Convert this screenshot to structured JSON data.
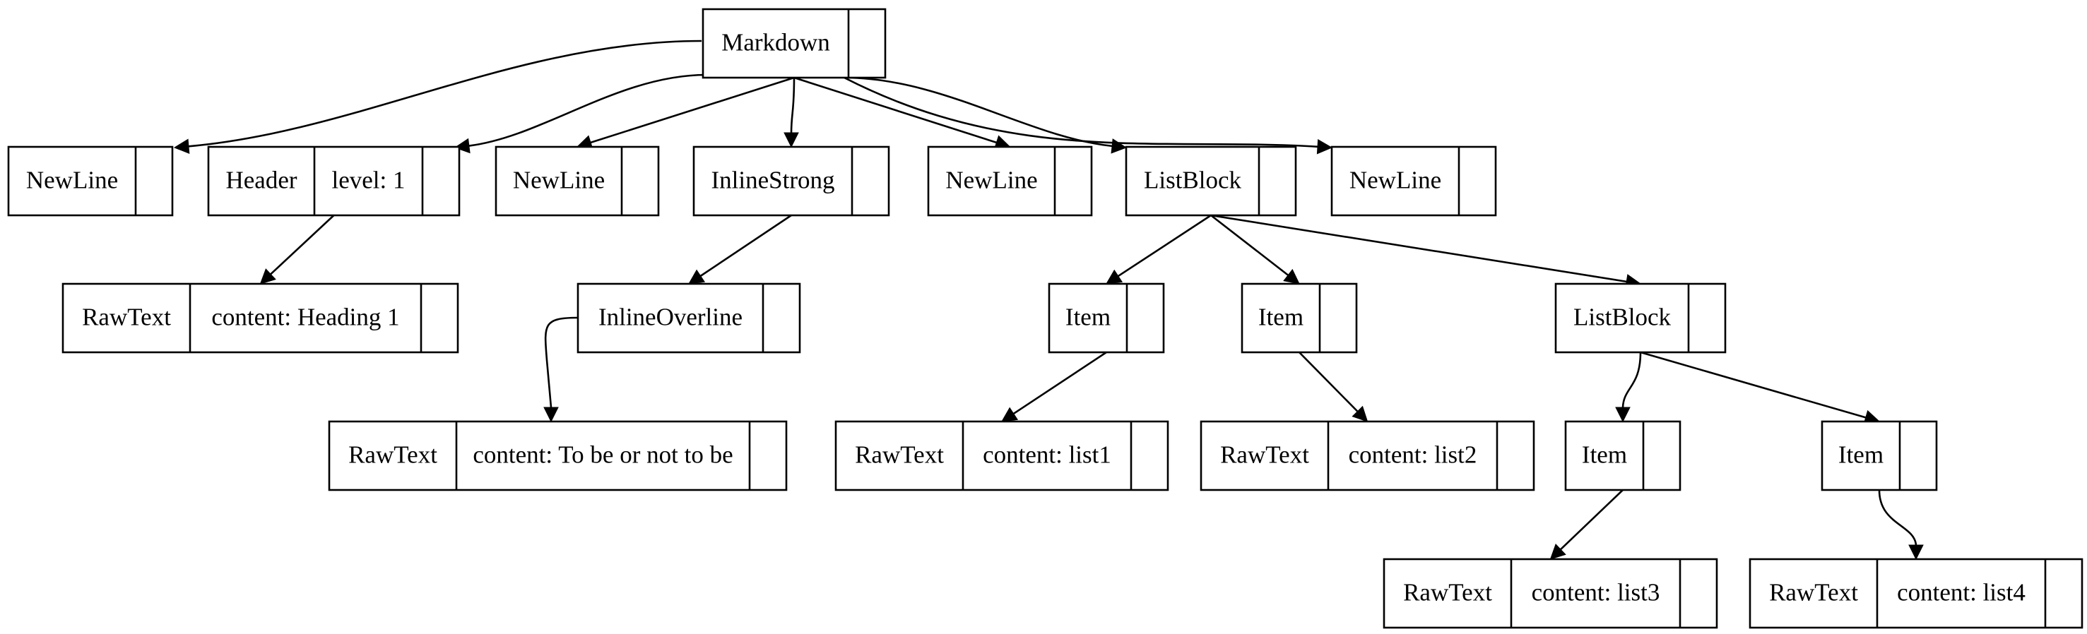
{
  "diagram": {
    "nodes": [
      {
        "id": "markdown",
        "fields": [
          "Markdown"
        ]
      },
      {
        "id": "newline1",
        "fields": [
          "NewLine"
        ]
      },
      {
        "id": "header",
        "fields": [
          "Header",
          "level: 1"
        ]
      },
      {
        "id": "newline2",
        "fields": [
          "NewLine"
        ]
      },
      {
        "id": "inlinestrong",
        "fields": [
          "InlineStrong"
        ]
      },
      {
        "id": "newline3",
        "fields": [
          "NewLine"
        ]
      },
      {
        "id": "listblock1",
        "fields": [
          "ListBlock"
        ]
      },
      {
        "id": "newline4",
        "fields": [
          "NewLine"
        ]
      },
      {
        "id": "rawtext-heading",
        "fields": [
          "RawText",
          "content: Heading 1"
        ]
      },
      {
        "id": "inlineoverline",
        "fields": [
          "InlineOverline"
        ]
      },
      {
        "id": "item1",
        "fields": [
          "Item"
        ]
      },
      {
        "id": "item2",
        "fields": [
          "Item"
        ]
      },
      {
        "id": "listblock2",
        "fields": [
          "ListBlock"
        ]
      },
      {
        "id": "rawtext-tobe",
        "fields": [
          "RawText",
          "content: To be or not to be"
        ]
      },
      {
        "id": "rawtext-list1",
        "fields": [
          "RawText",
          "content: list1"
        ]
      },
      {
        "id": "rawtext-list2",
        "fields": [
          "RawText",
          "content: list2"
        ]
      },
      {
        "id": "item3",
        "fields": [
          "Item"
        ]
      },
      {
        "id": "item4",
        "fields": [
          "Item"
        ]
      },
      {
        "id": "rawtext-list3",
        "fields": [
          "RawText",
          "content: list3"
        ]
      },
      {
        "id": "rawtext-list4",
        "fields": [
          "RawText",
          "content: list4"
        ]
      }
    ],
    "edges": [
      {
        "from": "markdown",
        "to": "newline1"
      },
      {
        "from": "markdown",
        "to": "header"
      },
      {
        "from": "markdown",
        "to": "newline2"
      },
      {
        "from": "markdown",
        "to": "inlinestrong"
      },
      {
        "from": "markdown",
        "to": "newline3"
      },
      {
        "from": "markdown",
        "to": "listblock1"
      },
      {
        "from": "markdown",
        "to": "newline4"
      },
      {
        "from": "header",
        "to": "rawtext-heading"
      },
      {
        "from": "inlinestrong",
        "to": "inlineoverline"
      },
      {
        "from": "inlineoverline",
        "to": "rawtext-tobe"
      },
      {
        "from": "listblock1",
        "to": "item1"
      },
      {
        "from": "listblock1",
        "to": "item2"
      },
      {
        "from": "listblock1",
        "to": "listblock2"
      },
      {
        "from": "item1",
        "to": "rawtext-list1"
      },
      {
        "from": "item2",
        "to": "rawtext-list2"
      },
      {
        "from": "listblock2",
        "to": "item3"
      },
      {
        "from": "listblock2",
        "to": "item4"
      },
      {
        "from": "item3",
        "to": "rawtext-list3"
      },
      {
        "from": "item4",
        "to": "rawtext-list4"
      }
    ]
  }
}
